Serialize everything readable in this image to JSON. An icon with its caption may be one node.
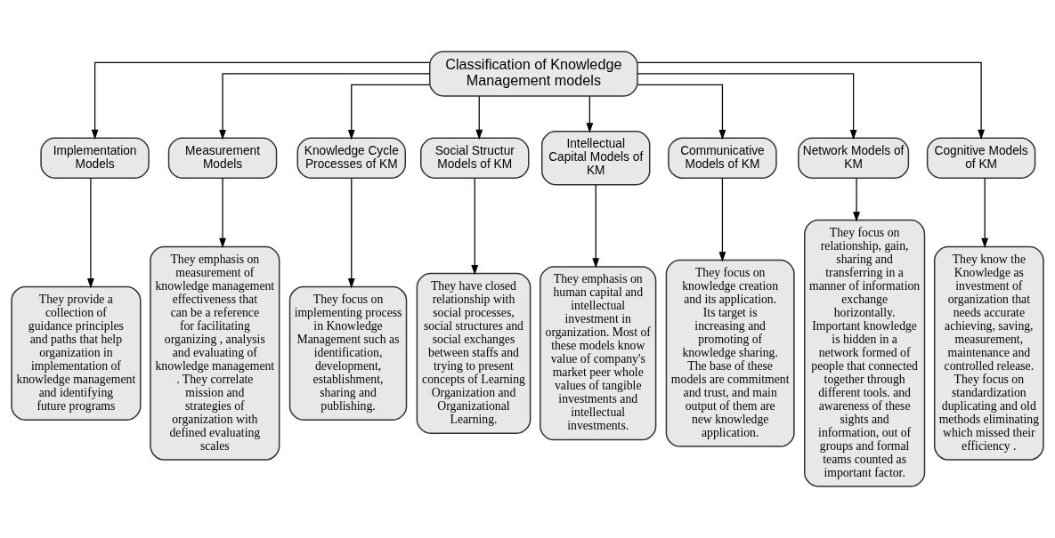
{
  "diagram": {
    "nodes": [
      {
        "text": [
          "Classification of Knowledge Management models"
        ]
      },
      {
        "text": [
          "Implementation Models"
        ]
      },
      {
        "text": [
          "Measurement Models"
        ]
      },
      {
        "text": [
          "Knowledge Cycle Processes of KM"
        ]
      },
      {
        "text": [
          "Social Structur Models of KM"
        ]
      },
      {
        "text": [
          "Intellectual Capital Models of KM"
        ]
      },
      {
        "text": [
          "Communicative Models of KM"
        ]
      },
      {
        "text": [
          "Network Models of KM"
        ]
      },
      {
        "text": [
          "Cognitive Models of KM"
        ]
      },
      {
        "text": [
          "They provide a collection of guidance principles and paths that help organization in implementation of knowledge management and identifying future programs"
        ]
      },
      {
        "text": [
          "They emphasis on measurement of knowledge management effectiveness that can be a reference for facilitating organizing , analysis and evaluating of knowledge management . They correlate mission and strategies of organization with defined evaluating scales"
        ]
      },
      {
        "text": [
          "They focus on implementing process in Knowledge Management such as identification, development, establishment, sharing and publishing."
        ]
      },
      {
        "text": [
          "They have closed relationship with social processes, social structures and social exchanges between staffs and trying to present concepts of Learning Organization and Organizational Learning."
        ]
      },
      {
        "text": [
          "They emphasis on human capital and intellectual investment in organization. Most of these models know value of company's market peer whole values of tangible investments and intellectual investments."
        ]
      },
      {
        "text": [
          "They focus on knowledge creation and its application. Its target is increasing and promoting of knowledge sharing. The base of these models are commitment and trust, and main output of them are new knowledge application."
        ]
      },
      {
        "text": [
          "They focus on relationship, gain, sharing and transferring in a manner of information exchange horizontally. Important knowledge is hidden in a network formed of people that connected together through different tools. and awareness of these sights and information, out of groups and formal teams counted as important factor."
        ]
      },
      {
        "text": [
          "They know the Knowledge as investment of organization that needs accurate achieving, saving, measurement, maintenance and controlled release. They focus on standardization duplicating and old methods eliminating which missed their efficiency ."
        ]
      }
    ],
    "edges": [
      {
        "from": 0,
        "to": 1,
        "arrow": "to"
      },
      {
        "from": 0,
        "to": 2,
        "arrow": "to"
      },
      {
        "from": 0,
        "to": 3,
        "arrow": "to"
      },
      {
        "from": 0,
        "to": 4,
        "arrow": "to"
      },
      {
        "from": 0,
        "to": 5,
        "arrow": "to"
      },
      {
        "from": 0,
        "to": 6,
        "arrow": "to"
      },
      {
        "from": 0,
        "to": 7,
        "arrow": "to"
      },
      {
        "from": 0,
        "to": 8,
        "arrow": "to"
      },
      {
        "from": 1,
        "to": 9,
        "arrow": "to"
      },
      {
        "from": 2,
        "to": 10,
        "arrow": "to"
      },
      {
        "from": 3,
        "to": 11,
        "arrow": "to"
      },
      {
        "from": 4,
        "to": 12,
        "arrow": "to"
      },
      {
        "from": 5,
        "to": 13,
        "arrow": "to"
      },
      {
        "from": 6,
        "to": 14,
        "arrow": "to"
      },
      {
        "from": 7,
        "to": 15,
        "arrow": "to"
      },
      {
        "from": 8,
        "to": 16,
        "arrow": "to"
      }
    ]
  }
}
